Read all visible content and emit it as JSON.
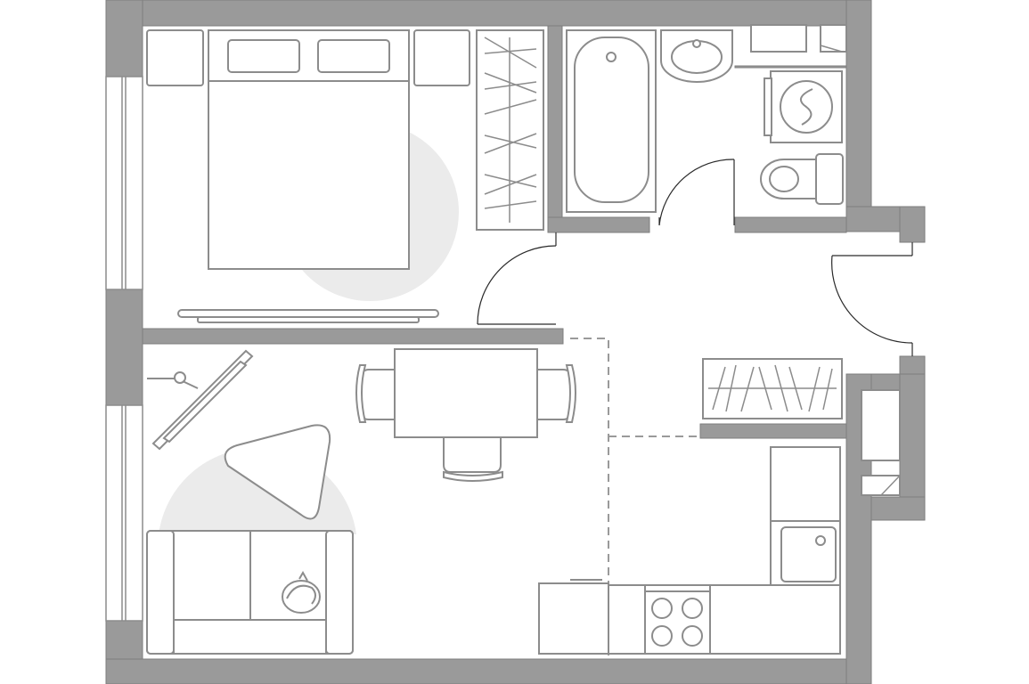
{
  "plan": {
    "type": "floor-plan",
    "rooms": [
      "bedroom",
      "living-room",
      "kitchen",
      "bathroom",
      "hallway"
    ],
    "colors": {
      "wall": "#9a9a9a",
      "furniture_stroke": "#8c8c8c",
      "floor": "#ffffff",
      "zone_shade": "#ebebeb",
      "door_swing": "#2a2a2a"
    }
  }
}
